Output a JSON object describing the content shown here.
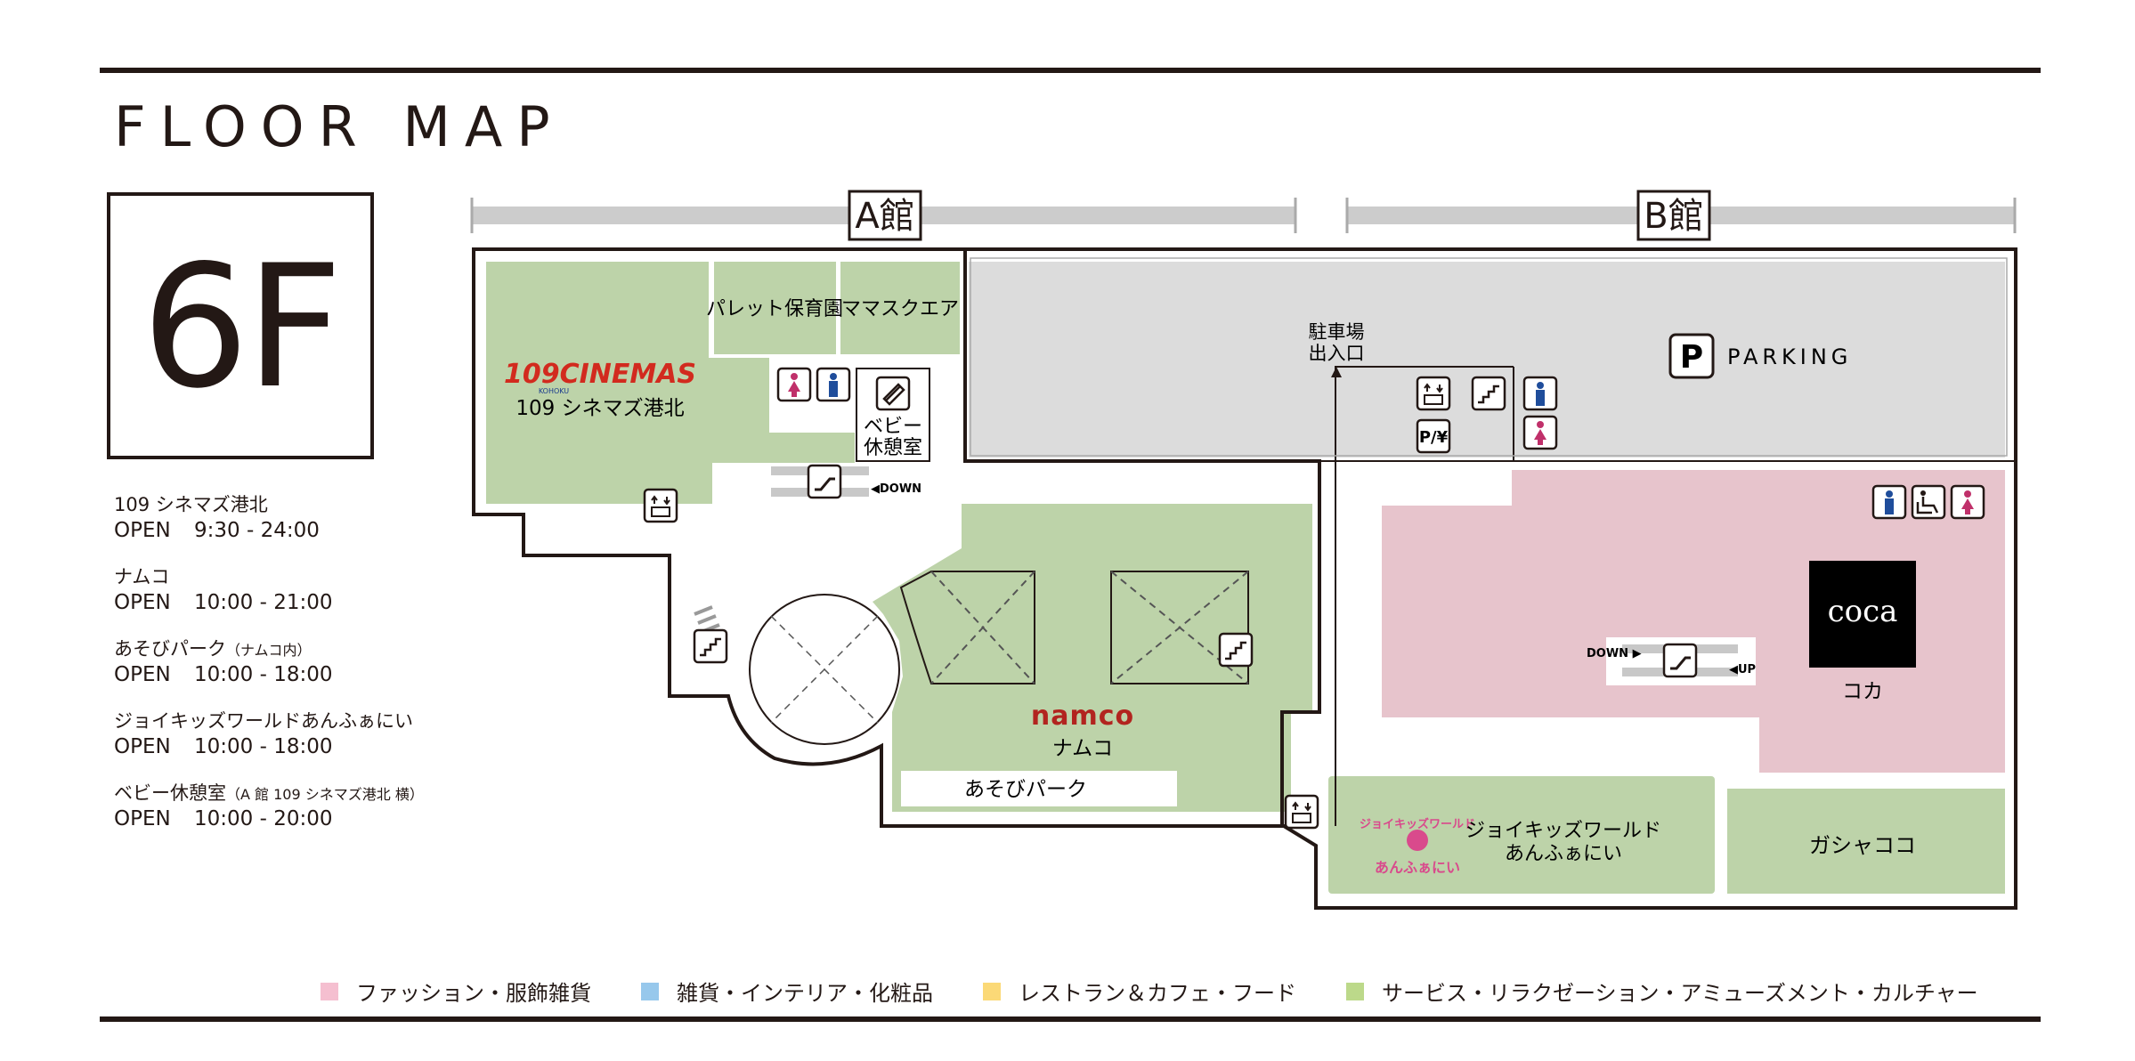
{
  "header": {
    "title": "FLOOR MAP",
    "floor": "6F"
  },
  "hours": [
    {
      "name": "109 シネマズ港北",
      "note": "",
      "open_label": "OPEN",
      "time": "9:30 - 24:00"
    },
    {
      "name": "ナムコ",
      "note": "",
      "open_label": "OPEN",
      "time": "10:00 - 21:00"
    },
    {
      "name": "あそびパーク",
      "note": "（ナムコ内）",
      "open_label": "OPEN",
      "time": "10:00 - 18:00"
    },
    {
      "name": "ジョイキッズワールドあんふぁにい",
      "note": "",
      "open_label": "OPEN",
      "time": "10:00 - 18:00"
    },
    {
      "name": "ベビー休憩室",
      "note": "（A 館 109 シネマズ港北  横）",
      "open_label": "OPEN",
      "time": "10:00 - 20:00"
    }
  ],
  "buildings": {
    "a": "A館",
    "b": "B館"
  },
  "map": {
    "cinema_logo": "109CINEMAS",
    "cinema_logo_sub": "KOHOKU",
    "cinema_name": "109 シネマズ港北",
    "nursery": "パレット保育園",
    "mama_square": "ママスクエア",
    "baby_room_1": "ベビー",
    "baby_room_2": "休憩室",
    "escalator_a_down": "◀DOWN",
    "parking_entrance_1": "駐車場",
    "parking_entrance_2": "出入口",
    "parking_letter": "P",
    "parking_label": "PARKING",
    "parking_pay_icon_text": "P/¥",
    "namco_logo": "namco",
    "namco_name": "ナムコ",
    "asobi_park": "あそびパーク",
    "coca_logo": "coca",
    "coca_name": "コカ",
    "escalator_b_down": "DOWN ▶",
    "escalator_b_up": "◀UP",
    "joy_logo_top": "ジョイキッズワールド",
    "joy_logo_bottom": "あんふぁにい",
    "joy_name_1": "ジョイキッズワールド",
    "joy_name_2": "あんふぁにい",
    "gasha": "ガシャココ"
  },
  "legend": [
    {
      "label": "ファッション・服飾雑貨",
      "color": "#f5bfd0"
    },
    {
      "label": "雑貨・インテリア・化粧品",
      "color": "#97c8ec"
    },
    {
      "label": "レストラン＆カフェ・フード",
      "color": "#fbd977"
    },
    {
      "label": "サービス・リラクゼーション・アミューズメント・カルチャー",
      "color": "#bcd98a"
    }
  ],
  "colors": {
    "green": "#bdd3a9",
    "pink": "#e7c4cc",
    "gray": "#dcdcdc",
    "outline": "#231815"
  }
}
